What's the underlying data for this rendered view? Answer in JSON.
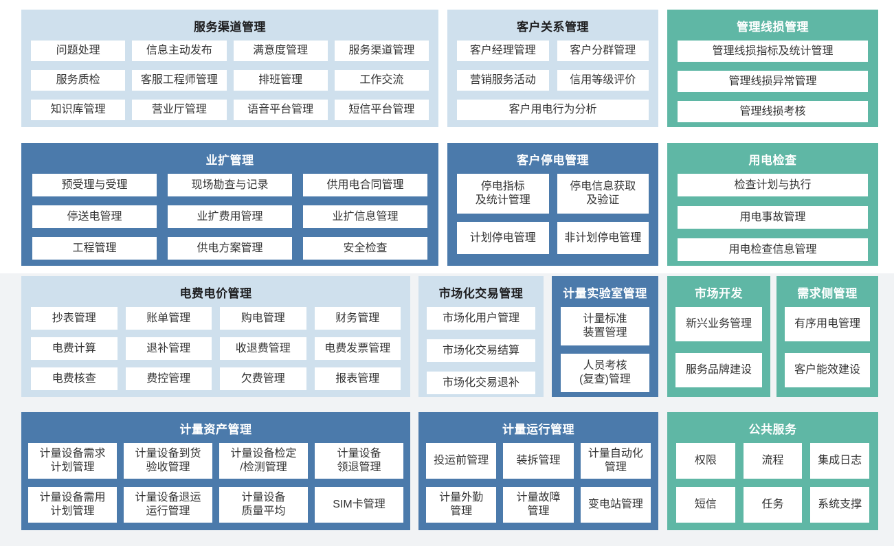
{
  "colors": {
    "light_panel": "#cfe0ed",
    "dark_panel": "#4b7aab",
    "teal_panel": "#5fb7a5",
    "item_background": "#ffffff",
    "item_text": "#333333",
    "title_on_light": "#1d1d1f",
    "title_on_dark": "#ffffff",
    "page_top_background": "#ffffff",
    "page_bottom_background": "#f1f3f5"
  },
  "panels": [
    {
      "title": "服务渠道管理",
      "items": [
        "问题处理",
        "信息主动发布",
        "满意度管理",
        "服务渠道管理",
        "服务质检",
        "客服工程师管理",
        "排班管理",
        "工作交流",
        "知识库管理",
        "营业厅管理",
        "语音平台管理",
        "短信平台管理"
      ]
    },
    {
      "title": "客户关系管理",
      "items": [
        "客户经理管理",
        "客户分群管理",
        "营销服务活动",
        "信用等级评价",
        "客户用电行为分析"
      ]
    },
    {
      "title": "管理线损管理",
      "items": [
        "管理线损指标及统计管理",
        "管理线损异常管理",
        "管理线损考核"
      ]
    },
    {
      "title": "业扩管理",
      "items": [
        "预受理与受理",
        "现场勘查与记录",
        "供用电合同管理",
        "停送电管理",
        "业扩费用管理",
        "业扩信息管理",
        "工程管理",
        "供电方案管理",
        "安全检查"
      ]
    },
    {
      "title": "客户停电管理",
      "items": [
        "停电指标\n及统计管理",
        "停电信息获取\n及验证",
        "计划停电管理",
        "非计划停电管理"
      ]
    },
    {
      "title": "用电检查",
      "items": [
        "检查计划与执行",
        "用电事故管理",
        "用电检查信息管理"
      ]
    },
    {
      "title": "电费电价管理",
      "items": [
        "抄表管理",
        "账单管理",
        "购电管理",
        "财务管理",
        "电费计算",
        "退补管理",
        "收退费管理",
        "电费发票管理",
        "电费核查",
        "费控管理",
        "欠费管理",
        "报表管理"
      ]
    },
    {
      "title": "市场化交易管理",
      "items": [
        "市场化用户管理",
        "市场化交易结算",
        "市场化交易退补"
      ]
    },
    {
      "title": "计量实验室管理",
      "items": [
        "计量标准\n装置管理",
        "人员考核\n(复查)管理"
      ]
    },
    {
      "title": "市场开发",
      "items": [
        "新兴业务管理",
        "服务品牌建设"
      ]
    },
    {
      "title": "需求侧管理",
      "items": [
        "有序用电管理",
        "客户能效建设"
      ]
    },
    {
      "title": "计量资产管理",
      "items": [
        "计量设备需求\n计划管理",
        "计量设备到货\n验收管理",
        "计量设备检定\n/检测管理",
        "计量设备\n领退管理",
        "计量设备需用\n计划管理",
        "计量设备退运\n运行管理",
        "计量设备\n质量平均",
        "SIM卡管理"
      ]
    },
    {
      "title": "计量运行管理",
      "items": [
        "投运前管理",
        "装拆管理",
        "计量自动化\n管理",
        "计量外勤\n管理",
        "计量故障\n管理",
        "变电站管理"
      ]
    },
    {
      "title": "公共服务",
      "items": [
        "权限",
        "流程",
        "集成日志",
        "短信",
        "任务",
        "系统支撑"
      ]
    }
  ]
}
